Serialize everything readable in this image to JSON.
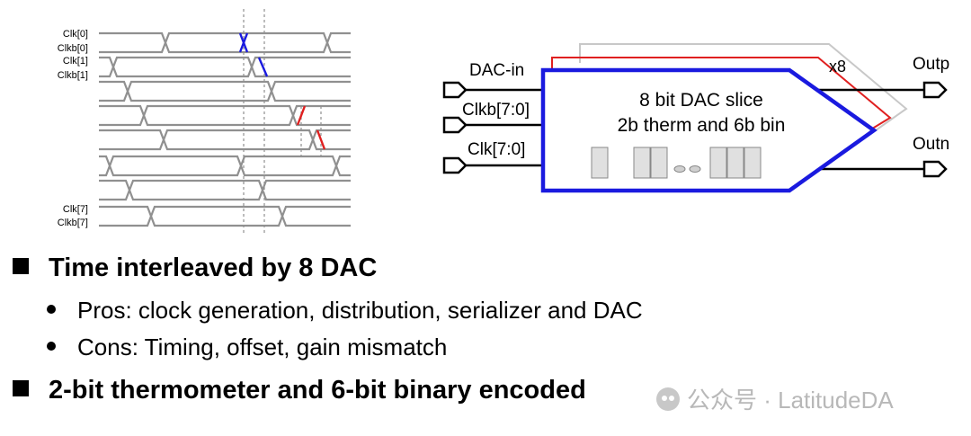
{
  "timing_diagram": {
    "labels": [
      "Clk[0]",
      "Clkb[0]",
      "Clk[1]",
      "Clkb[1]",
      "Clk[7]",
      "Clkb[7]"
    ],
    "waveform_color": "#909090",
    "highlight_blue": "#1a1adf",
    "highlight_red": "#e02020"
  },
  "dac_block": {
    "input_labels": [
      "DAC-in",
      "Clkb[7:0]",
      "Clk[7:0]"
    ],
    "output_labels": [
      "Outp",
      "Outn"
    ],
    "multiplier": "x8",
    "slice_title": "8 bit DAC slice",
    "slice_subtitle": "2b therm and 6b bin",
    "outline_color": "#1a1adf",
    "red_path_color": "#e02020",
    "gray_path_color": "#c8c8c8"
  },
  "bullets": {
    "item1": "Time interleaved by 8 DAC",
    "sub1": "Pros: clock generation, distribution, serializer and DAC",
    "sub2": "Cons: Timing, offset, gain mismatch",
    "item2": "2-bit thermometer and 6-bit binary encoded"
  },
  "watermark": "公众号 · LatitudeDA"
}
